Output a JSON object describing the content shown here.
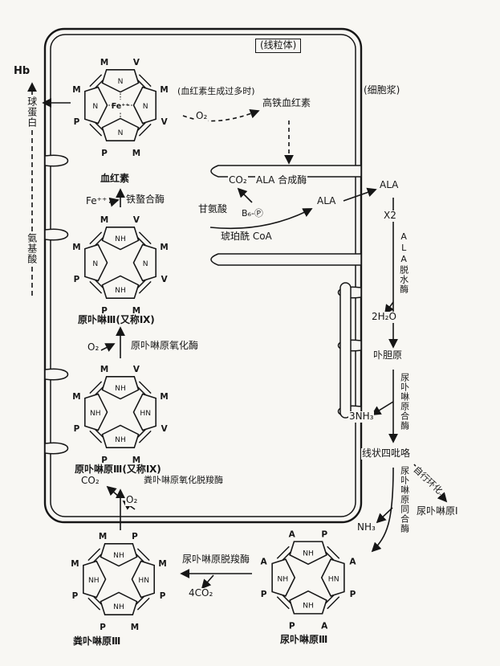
{
  "colors": {
    "ink": "#161616",
    "paper": "#f8f7f3"
  },
  "compartments": {
    "mitochondria": "(线粒体)",
    "cytoplasm": "(细胞浆)"
  },
  "left": {
    "hb": "Hb",
    "globin": "球蛋白",
    "amino_acid": "氨基酸"
  },
  "heme": {
    "label": "血红素",
    "excess_note": "(血红素生成过多时)",
    "o2": "O₂",
    "methemoglobin": "高铁血红素"
  },
  "ala": {
    "co2": "CO₂",
    "synthase": "ALA 合成酶",
    "glycine": "甘氨酸",
    "b6p": "B₆-Ⓟ",
    "succinyl_coa": "琥珀酰 CoA",
    "ala_in": "ALA",
    "ala_out": "ALA",
    "x2": "X2",
    "dehydratase": "ALA脱水酶",
    "water": "2H₂O"
  },
  "pbg": {
    "label": "卟胆原",
    "synthase": "尿卟啉原合酶",
    "nh3": "3NH₃"
  },
  "tetrapyrrole": {
    "label": "线状四吡咯",
    "self_cyclization": "自行环化",
    "uro1": "尿卟啉原Ⅰ",
    "cosynthase": "尿卟啉原同合酶",
    "nh3": "NH₃"
  },
  "uro3": {
    "label": "尿卟啉原Ⅲ",
    "decarboxylase": "尿卟啉原脱羧酶",
    "co2": "4CO₂"
  },
  "copro3": {
    "label": "粪卟啉原Ⅲ",
    "oxidase": "粪卟啉原氧化脱羧酶",
    "co2": "CO₂",
    "o2": "O₂"
  },
  "protogen": {
    "label": "原卟啉原Ⅲ(又称Ⅸ)",
    "oxidase": "原卟啉原氧化酶",
    "o2": "O₂"
  },
  "proto": {
    "label": "原卟啉Ⅲ(又称Ⅸ)",
    "fe": "Fe⁺⁺",
    "ferrochelatase": "铁螯合酶"
  },
  "structures": {
    "heme": {
      "rings": [
        "N",
        "N",
        "N",
        "N"
      ],
      "center": "Fe⁺⁺",
      "subs": {
        "tl": "M",
        "tr": "V",
        "rt": "M",
        "rb": "V",
        "br": "M",
        "bl": "P",
        "lb": "P",
        "lt": "M"
      }
    },
    "proto": {
      "rings": [
        "NH",
        "N",
        "NH",
        "N"
      ],
      "center": "",
      "subs": {
        "tl": "M",
        "tr": "V",
        "rt": "M",
        "rb": "V",
        "br": "M",
        "bl": "P",
        "lb": "P",
        "lt": "M"
      }
    },
    "protogen": {
      "rings": [
        "NH",
        "HN",
        "NH",
        "NH"
      ],
      "center": "",
      "subs": {
        "tl": "M",
        "tr": "V",
        "rt": "M",
        "rb": "V",
        "br": "M",
        "bl": "P",
        "lb": "P",
        "lt": "M"
      }
    },
    "copro": {
      "rings": [
        "NH",
        "HN",
        "NH",
        "NH"
      ],
      "center": "",
      "subs": {
        "tl": "M",
        "tr": "P",
        "rt": "M",
        "rb": "P",
        "br": "M",
        "bl": "P",
        "lb": "P",
        "lt": "M"
      }
    },
    "uro3": {
      "rings": [
        "NH",
        "HN",
        "NH",
        "NH"
      ],
      "center": "",
      "subs": {
        "tl": "A",
        "tr": "P",
        "rt": "A",
        "rb": "P",
        "br": "A",
        "bl": "P",
        "lb": "P",
        "lt": "A"
      }
    }
  }
}
